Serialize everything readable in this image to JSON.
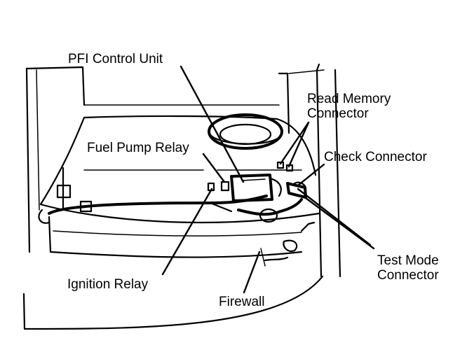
{
  "labels": {
    "pfi_control_unit": "PFI Control Unit",
    "read_memory_connector_line1": "Read Memory",
    "read_memory_connector_line2": "Connector",
    "fuel_pump_relay": "Fuel Pump Relay",
    "check_connector": "Check Connector",
    "test_mode_connector_line1": "Test Mode",
    "test_mode_connector_line2": "Connector",
    "ignition_relay": "Ignition Relay",
    "firewall": "Firewall"
  }
}
